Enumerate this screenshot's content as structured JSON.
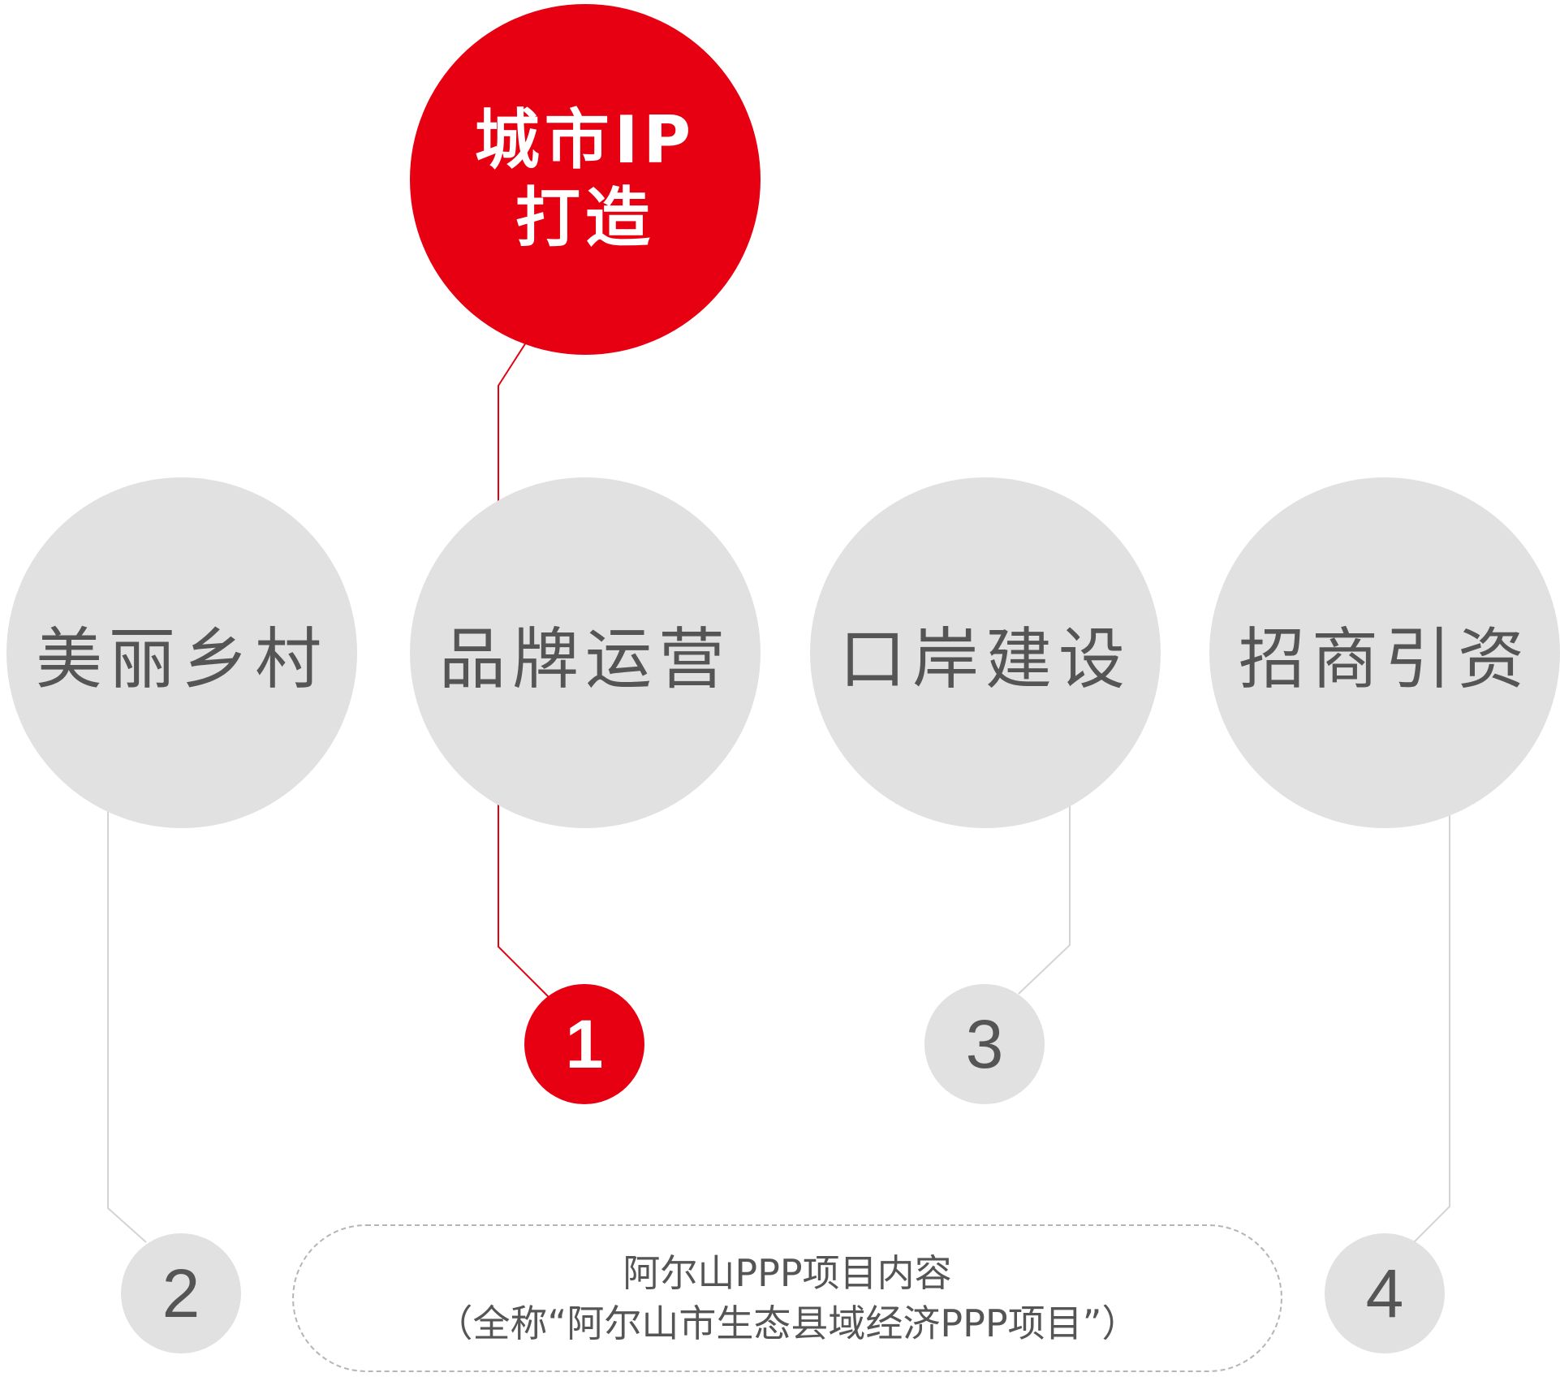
{
  "top_node": {
    "line1": "城市IP",
    "line2": "打造"
  },
  "nodes": [
    {
      "label": "美丽乡村",
      "number": "2"
    },
    {
      "label": "品牌运营",
      "number": "1"
    },
    {
      "label": "口岸建设",
      "number": "3"
    },
    {
      "label": "招商引资",
      "number": "4"
    }
  ],
  "note": {
    "line1": "阿尔山PPP项目内容",
    "line2": "（全称“阿尔山市生态县域经济PPP项目”）"
  },
  "colors": {
    "accent": "#e60012",
    "circle_gray": "#e1e1e1",
    "text_gray": "#555555",
    "line_gray": "#d4d4d4"
  }
}
